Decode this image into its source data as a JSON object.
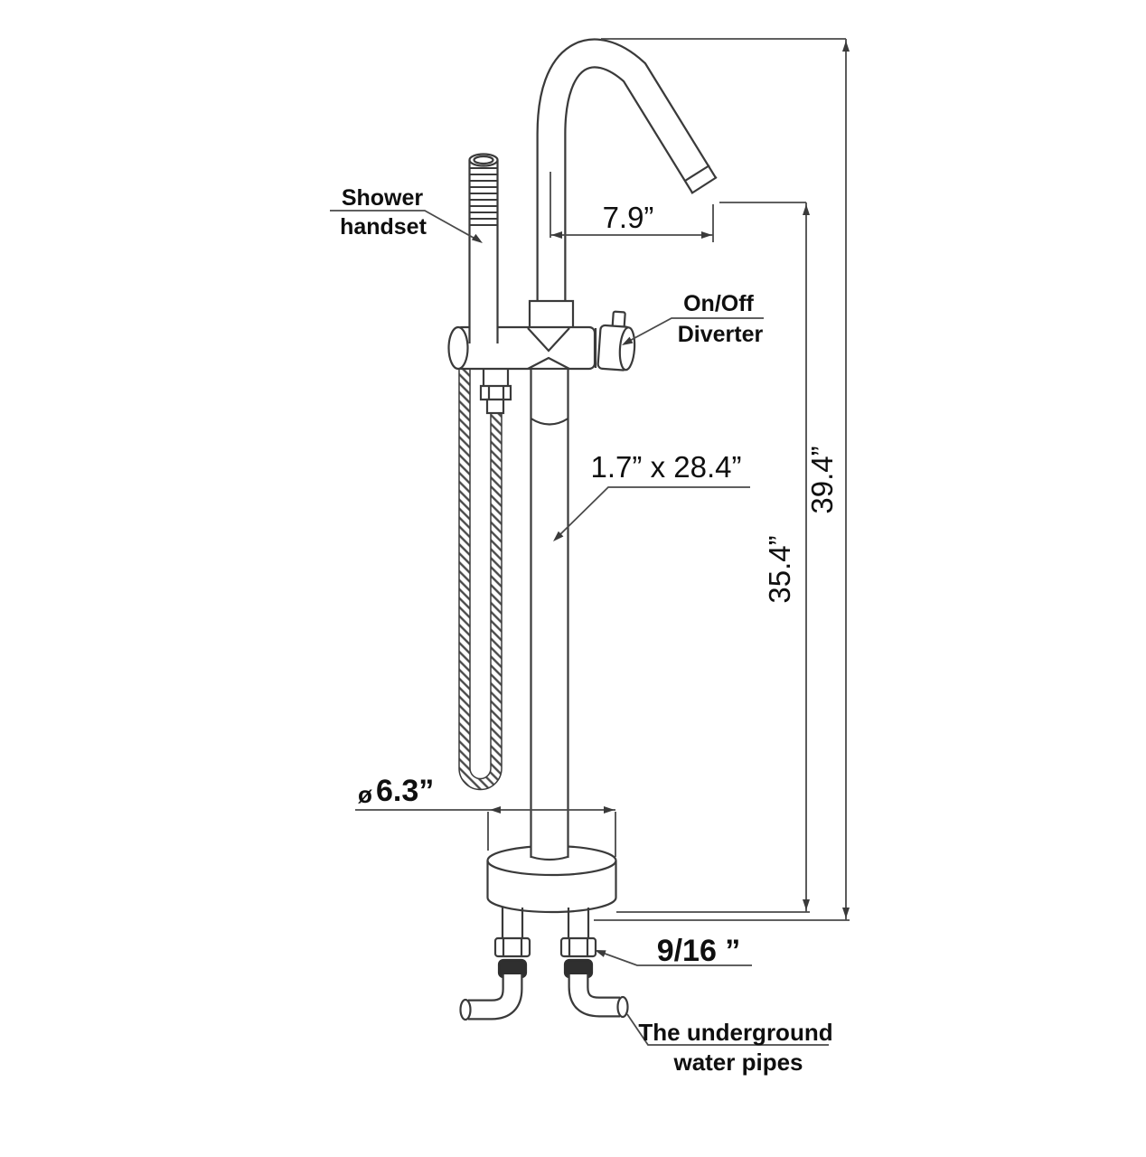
{
  "colors": {
    "background": "#ffffff",
    "line": "#3a3a3a",
    "dimension_line": "#4a4a4a",
    "text": "#0f0f0f"
  },
  "annotations": {
    "shower_handset": {
      "line1": "Shower",
      "line2": "handset"
    },
    "diverter": {
      "line1": "On/Off",
      "line2": "Diverter"
    },
    "underground_pipes": {
      "line1": "The underground",
      "line2": "water pipes"
    }
  },
  "dimensions": {
    "spout_reach": "7.9”",
    "column_size": "1.7” x 28.4”",
    "spout_outlet_height": "35.4”",
    "overall_height": "39.4”",
    "base_diameter_symbol": "ø",
    "base_diameter": "6.3”",
    "inlet_thread": "9/16 ”"
  }
}
